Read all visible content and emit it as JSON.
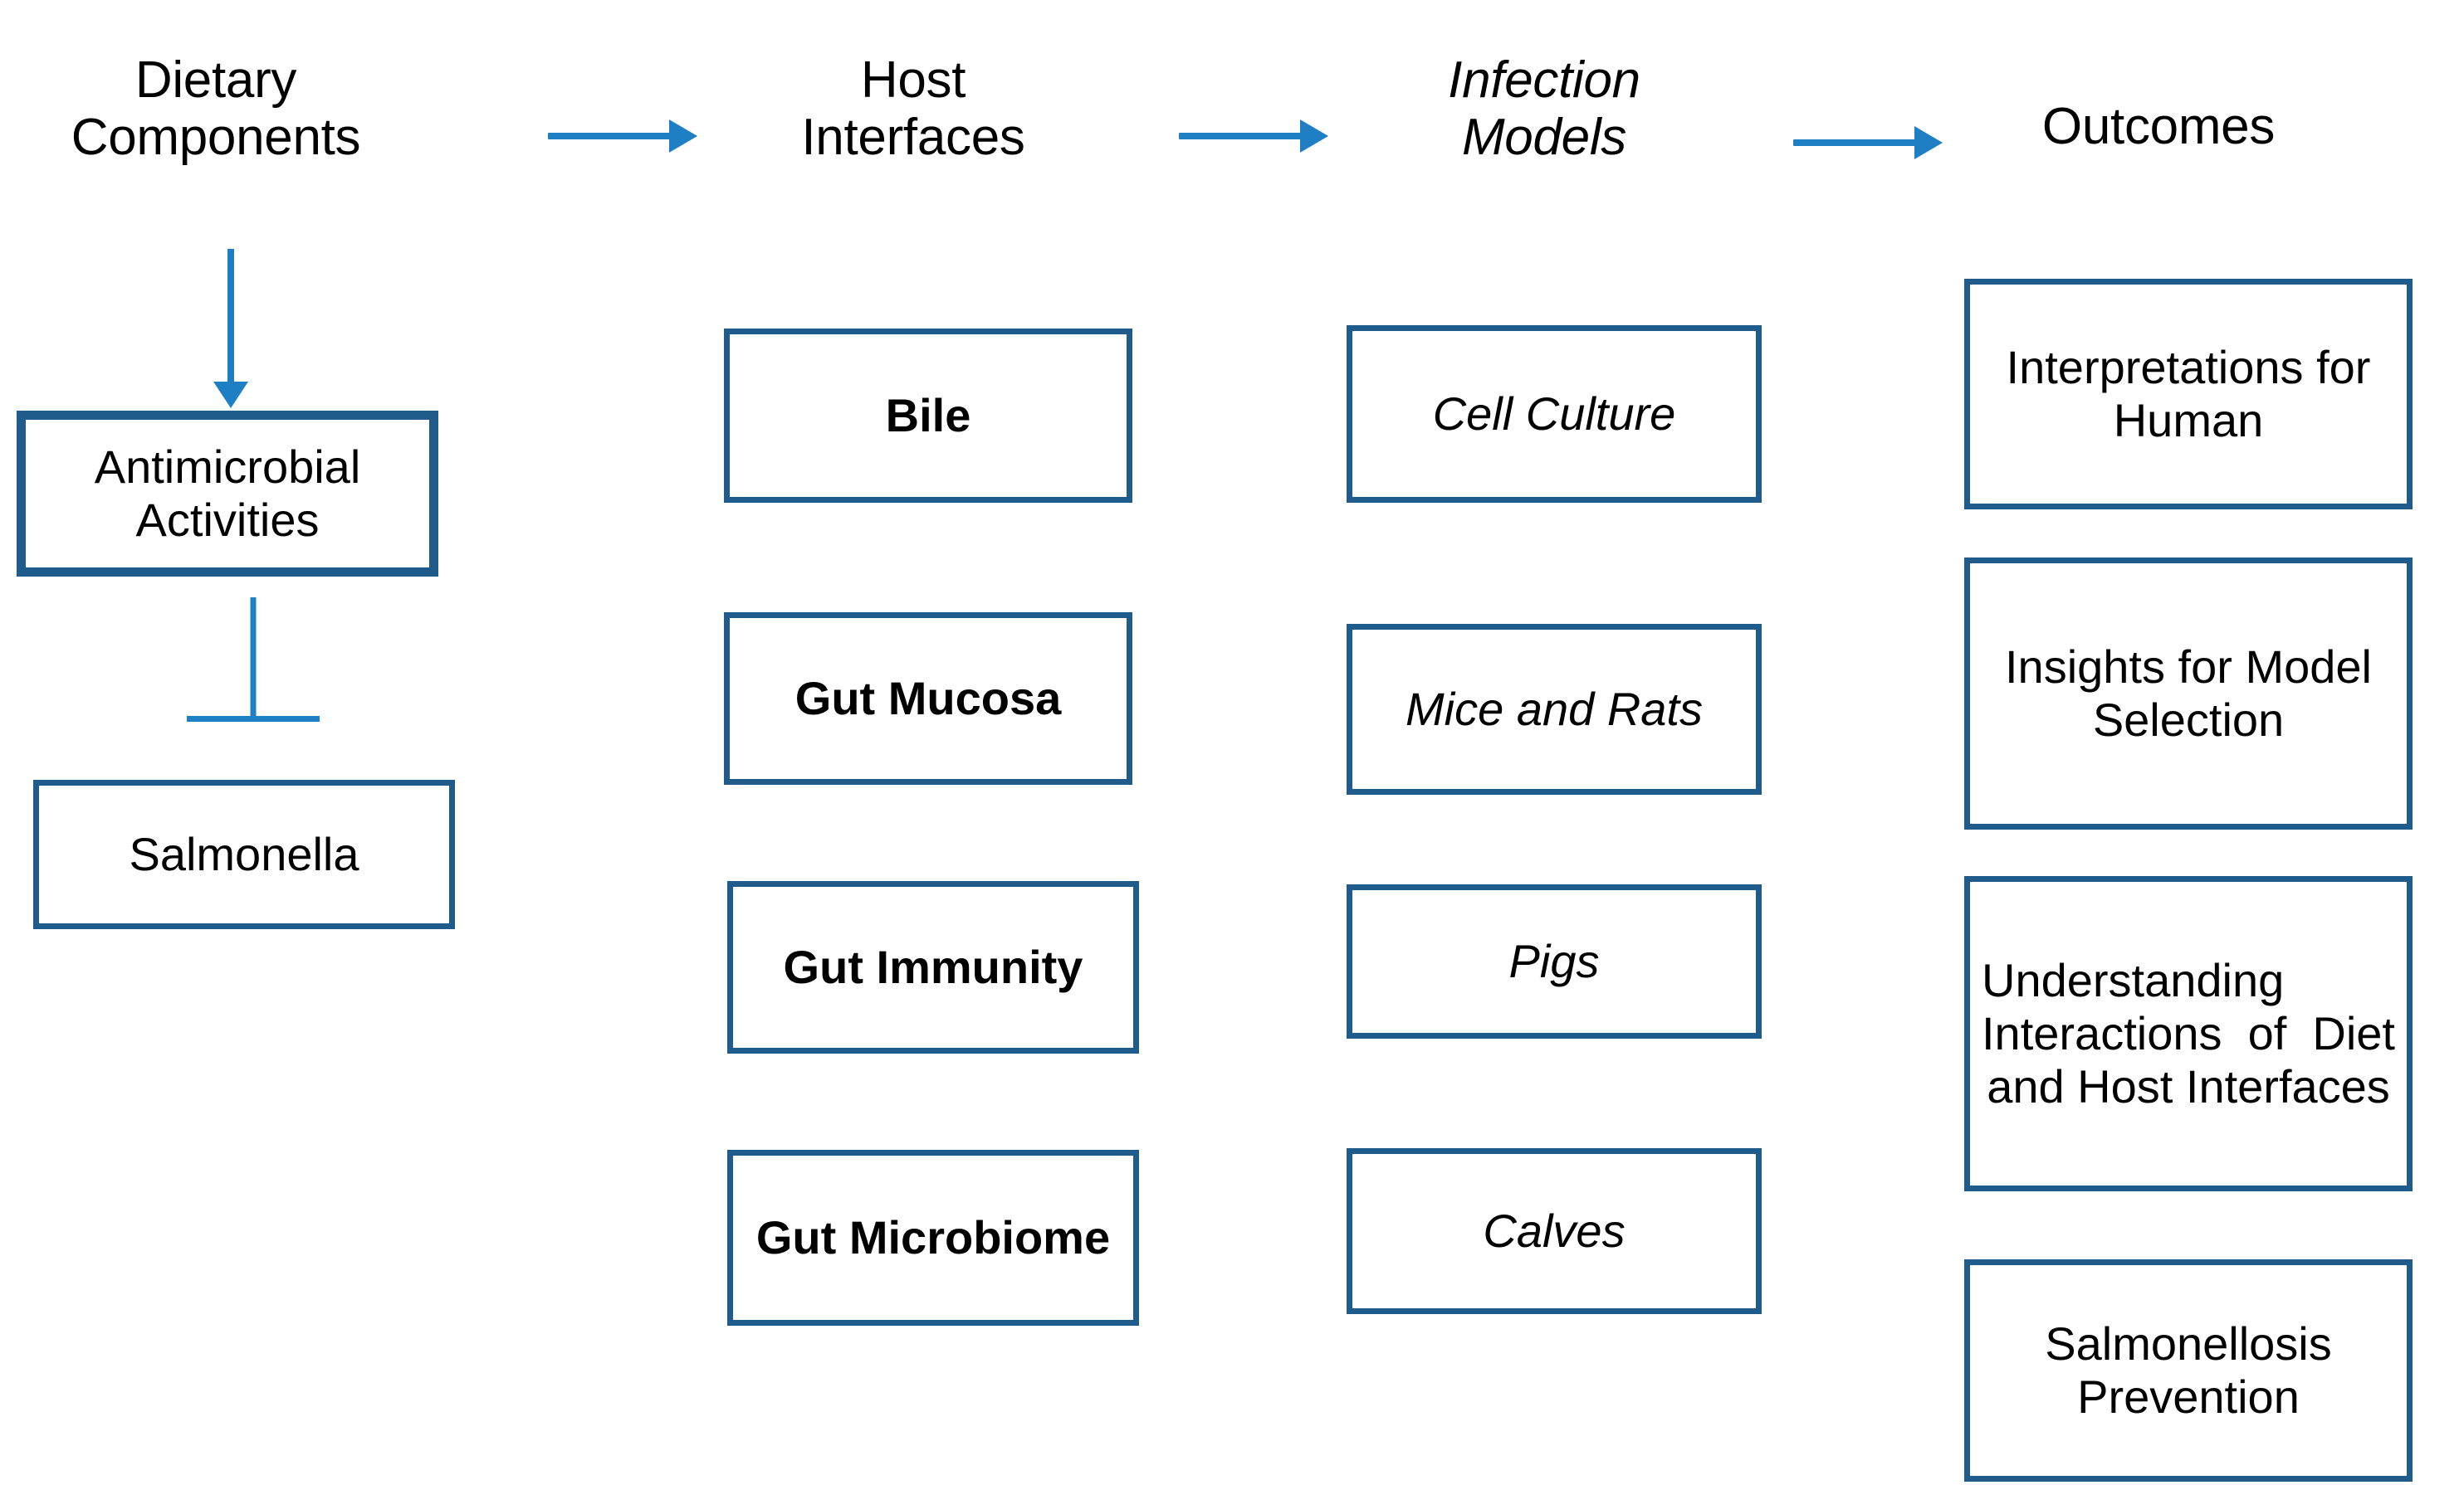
{
  "figure": {
    "background_color": "#ffffff",
    "box_border_color": "#1F5C8B",
    "connector_color": "#1F7FC4",
    "columns": [
      {
        "id": "dietary-components",
        "header": "Dietary\nComponents",
        "header_style": "regular"
      },
      {
        "id": "host-interfaces",
        "header": "Host\nInterfaces",
        "header_style": "regular"
      },
      {
        "id": "infection-models",
        "header": "Infection\nModels",
        "header_style": "italic"
      },
      {
        "id": "outcomes",
        "header": "Outcomes",
        "header_style": "regular"
      }
    ],
    "headers": {
      "dietary_components_line1": "Dietary",
      "dietary_components_line2": "Components",
      "host_interfaces_line1": "Host",
      "host_interfaces_line2": "Interfaces",
      "infection_models_line1": "Infection",
      "infection_models_line2": "Models",
      "outcomes": "Outcomes"
    },
    "dietary_column": {
      "antimicrobial_activities": "Antimicrobial Activities",
      "salmonella": "Salmonella"
    },
    "host_interfaces": [
      {
        "label": "Bile"
      },
      {
        "label": "Gut Mucosa"
      },
      {
        "label": "Gut Immunity"
      },
      {
        "label": "Gut Microbiome"
      }
    ],
    "infection_models": [
      {
        "label": "Cell Culture"
      },
      {
        "label": "Mice and Rats"
      },
      {
        "label": "Pigs"
      },
      {
        "label": "Calves"
      }
    ],
    "outcomes": [
      {
        "label": "Interpretations for Human"
      },
      {
        "label": "Insights for Model Selection"
      },
      {
        "label": "Understanding Interactions of Diet and Host Interfaces"
      },
      {
        "label": "Salmonellosis Prevention"
      }
    ],
    "connectors": [
      {
        "id": "dietary-to-host",
        "type": "arrow-right"
      },
      {
        "id": "host-to-infection",
        "type": "arrow-right"
      },
      {
        "id": "infection-to-outcomes",
        "type": "arrow-right"
      },
      {
        "id": "dietary-to-antimicrobial",
        "type": "arrow-down"
      },
      {
        "id": "antimicrobial-inhibits-salmonella",
        "type": "inhibition-bar"
      }
    ]
  }
}
